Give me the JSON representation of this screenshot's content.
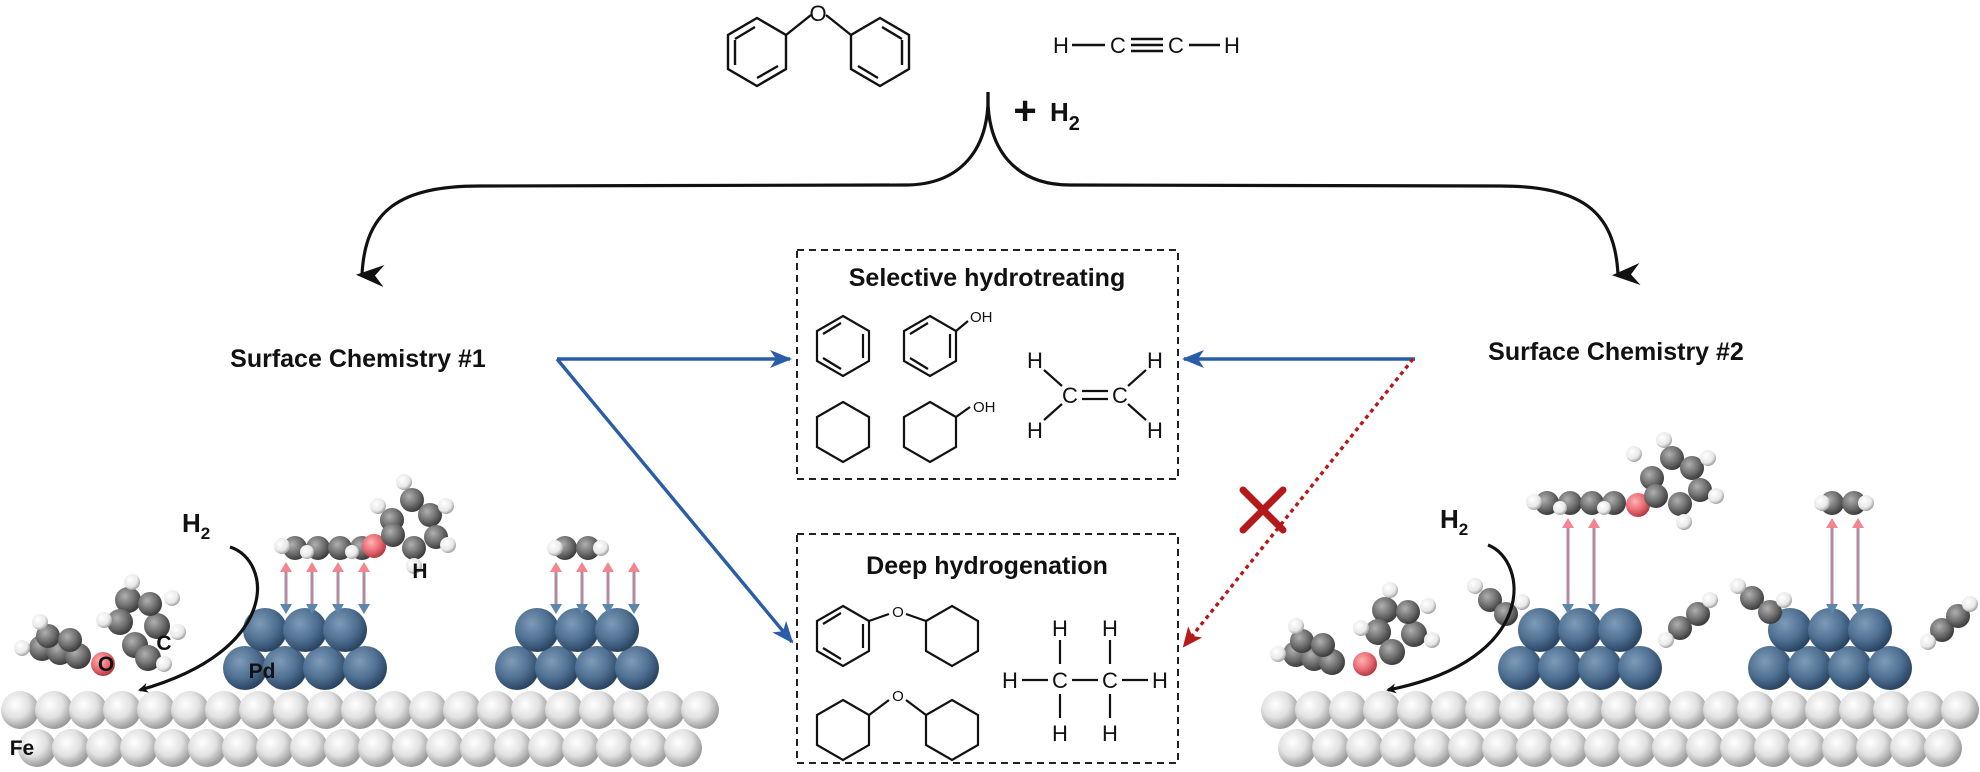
{
  "top": {
    "plus": "+",
    "h2_base": "H",
    "h2_sub": "2",
    "acetylene_atoms": [
      "H",
      "C",
      "C",
      "H"
    ],
    "diphenyl_ether_atom": "O"
  },
  "surface_left": {
    "label": "Surface Chemistry #1"
  },
  "surface_right": {
    "label": "Surface Chemistry #2"
  },
  "selective_box": {
    "title": "Selective hydrotreating",
    "phenol_label": "OH",
    "cyclohexanol_label": "OH",
    "ethylene_atoms": [
      "H",
      "H",
      "C",
      "C",
      "H",
      "H"
    ]
  },
  "deep_box": {
    "title": "Deep hydrogenation",
    "ether_o_1": "O",
    "ether_o_2": "O",
    "ethane_atoms": [
      "H",
      "H",
      "H",
      "C",
      "C",
      "H",
      "H",
      "H"
    ]
  },
  "left_scene": {
    "h2_base": "H",
    "h2_sub": "2",
    "pd_label": "Pd",
    "fe_label": "Fe",
    "o_label": "O",
    "c_label": "C",
    "h_label": "H"
  },
  "right_scene": {
    "h2_base": "H",
    "h2_sub": "2"
  },
  "colors": {
    "blue_arrow": "#2a5ca8",
    "red_dotted": "#b51a1a",
    "pd_sphere": "#4f7092",
    "fe_sphere": "#d9d9d9",
    "oxygen": "#e06d73",
    "carbon": "#7a7a7a",
    "hydrogen": "#eeeeee",
    "h_arrow_red": "#f2868e",
    "h_arrow_blue": "#5d86ad"
  }
}
